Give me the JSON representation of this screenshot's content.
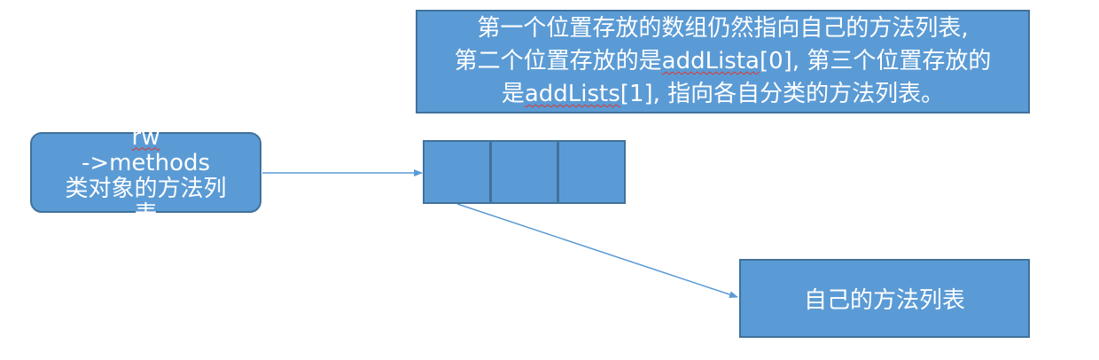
{
  "note": {
    "line1": "第一个位置存放的数组仍然指向自己的方法列表,",
    "line2_a": "第二个位置存放的是",
    "line2_code": "addLista",
    "line2_b": "[0], 第三个位置存放的",
    "line3_a": "是",
    "line3_code": "addLists",
    "line3_b": "[1], 指向各自分类的方法列表。"
  },
  "source": {
    "line1_code": "rw",
    "line1_rest": "->methods",
    "line2": "类对象的方法列",
    "line3": "表"
  },
  "array": {
    "cells": [
      "",
      "",
      ""
    ]
  },
  "target": {
    "label": "自己的方法列表"
  },
  "colors": {
    "box_fill": "#5b9bd5",
    "box_border": "#41719c",
    "connector": "#5b9bd5",
    "spellcheck": "#e0342c"
  }
}
